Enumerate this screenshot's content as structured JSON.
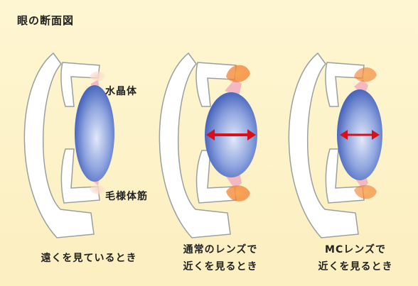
{
  "title": "眼の断面図",
  "labels": {
    "lens": "水晶体",
    "ciliary": "毛様体筋"
  },
  "captions": {
    "far": "遠くを見ているとき",
    "normal_line1": "通常のレンズで",
    "normal_line2": "近くを見るとき",
    "mc_line1": "MCレンズで",
    "mc_line2": "近くを見るとき"
  },
  "colors": {
    "background": "#fdf3c8",
    "lens_center": "#dfe6f8",
    "lens_edge": "#3d5cb8",
    "arrow": "#d8101a",
    "ciliary_muscle": "#f08a2a",
    "zonule": "#f4b8c0"
  }
}
